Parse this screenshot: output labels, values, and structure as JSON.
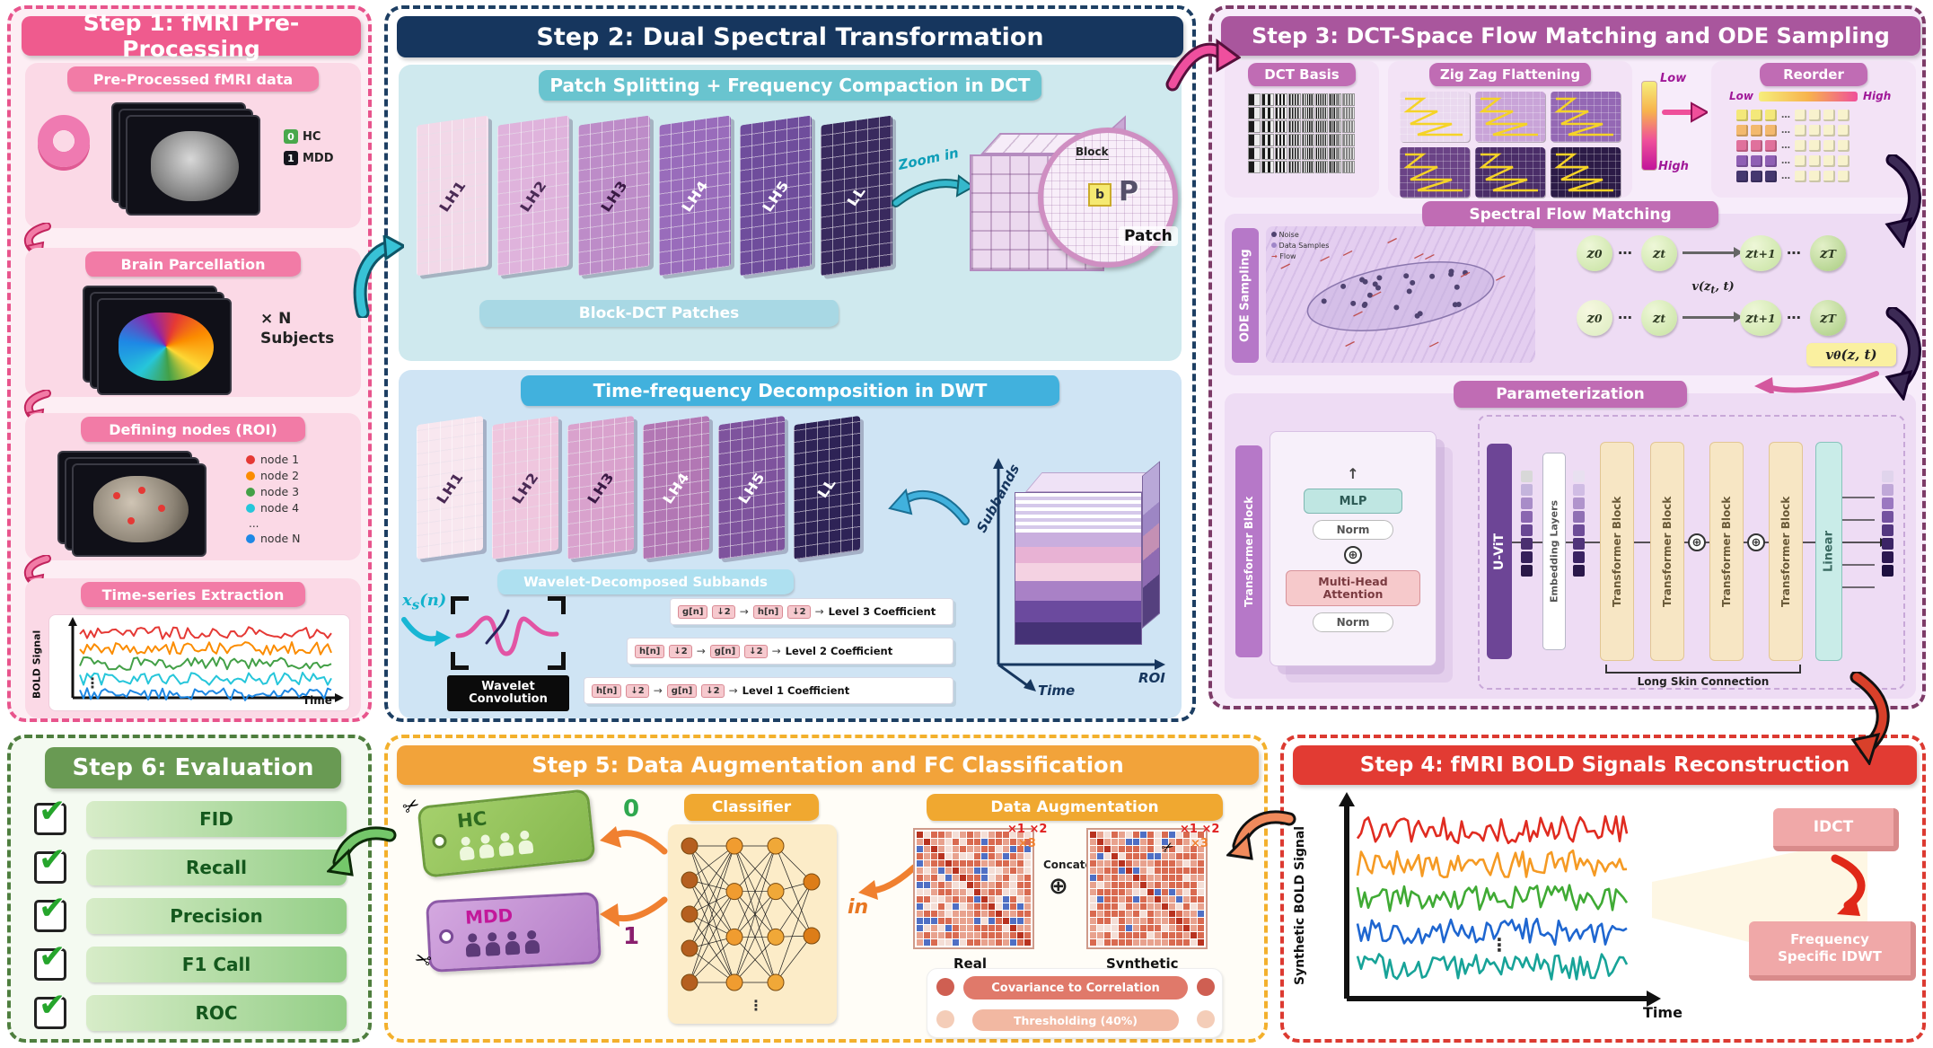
{
  "step1": {
    "title": "Step 1: fMRI Pre-Processing",
    "sec_fmri": "Pre-Processed fMRI data",
    "legend_hc_num": "0",
    "legend_hc": "HC",
    "legend_mdd_num": "1",
    "legend_mdd": "MDD",
    "sec_parcellation": "Brain Parcellation",
    "subjects": "× N Subjects",
    "sec_nodes": "Defining nodes (ROI)",
    "nodes": [
      {
        "label": "node 1",
        "color": "#e53935"
      },
      {
        "label": "node 2",
        "color": "#fb8c00"
      },
      {
        "label": "node 3",
        "color": "#43a047"
      },
      {
        "label": "node 4",
        "color": "#26c6da"
      },
      {
        "label": "node N",
        "color": "#1e88e5"
      }
    ],
    "nodes_ellipsis": "...",
    "sec_timeseries": "Time-series Extraction",
    "ylabel": "BOLD Signal",
    "xlabel": "Time",
    "signal_colors": [
      "#e53935",
      "#fb8c00",
      "#43a047",
      "#26c6da",
      "#1e88e5"
    ]
  },
  "step2": {
    "title": "Step 2: Dual Spectral Transformation",
    "dct": {
      "title": "Patch Splitting + Frequency Compaction in DCT",
      "slabs": [
        "LH1",
        "LH2",
        "LH3",
        "LH4",
        "LH5",
        "LL"
      ],
      "caption": "Block-DCT Patches",
      "zoom": "Zoom in",
      "block": "Block",
      "b": "b",
      "p": "P",
      "patch": "Patch"
    },
    "dwt": {
      "title": "Time-frequency Decomposition in DWT",
      "slabs": [
        "LH1",
        "LH2",
        "LH3",
        "LH4",
        "LH5",
        "LL"
      ],
      "caption": "Wavelet-Decomposed Subbands",
      "input": {
        "pre": "x",
        "sub": "s",
        "post": "(n)"
      },
      "wavelet_box": "Wavelet Convolution",
      "g": "g[n]",
      "h": "h[n]",
      "down": "↓2",
      "level3": "Level 3 Coefficient",
      "level2": "Level 2 Coefficient",
      "level1": "Level 1 Coefficient",
      "axis_subbands": "Subbands",
      "axis_roi": "ROI",
      "axis_time": "Time"
    }
  },
  "step3": {
    "title": "Step 3:  DCT-Space Flow Matching and ODE Sampling",
    "dct_basis": "DCT Basis",
    "zigzag": "Zig Zag Flattening",
    "reorder": "Reorder",
    "low": "Low",
    "high": "High",
    "flow": {
      "title": "Spectral Flow Matching",
      "ode": "ODE Sampling",
      "legend": [
        "Noise",
        "Data Samples",
        "Flow"
      ],
      "z0": {
        "base": "z",
        "sub": "0"
      },
      "zt": {
        "base": "z",
        "sub": "t"
      },
      "zt1": {
        "base": "z",
        "sub": "t+1"
      },
      "zT": {
        "base": "z",
        "sub": "T"
      },
      "dots": "⋯",
      "v_pre": "v(z",
      "v_sub": "t",
      "v_post": ", t)",
      "vt_pre": "v",
      "vt_sub": "θ",
      "vt_post": "(z, t)"
    },
    "param": {
      "title": "Parameterization",
      "transformer_block": "Transformer Block",
      "mlp": "MLP",
      "norm": "Norm",
      "mha": "Multi-Head Attention",
      "oplus": "⊕",
      "uvit": "U-ViT",
      "embedding": "Embedding Layers",
      "linear": "Linear",
      "skip": "Long Skin Connection"
    }
  },
  "step4": {
    "title": "Step 4: fMRI BOLD Signals Reconstruction",
    "ylabel": "Synthetic BOLD Signal",
    "xlabel": "Time",
    "idct": "IDCT",
    "idwt": "Frequency Specific IDWT",
    "signal_colors": [
      "#e02b20",
      "#f59a23",
      "#3faa34",
      "#1e66d0",
      "#17a398"
    ]
  },
  "step5": {
    "title": "Step 5: Data Augmentation and FC Classification",
    "hc": "HC",
    "mdd": "MDD",
    "zero": "0",
    "one": "1",
    "in_label": "in",
    "classifier": "Classifier",
    "augmentation": "Data Augmentation",
    "m1": "×1",
    "m2": "×2",
    "m3": "×3",
    "real": "Real",
    "synthetic": "Synthetic",
    "oplus": "⊕",
    "concate": "Concate",
    "cov": "Covariance to Correlation",
    "thresh": "Thresholding (40%)"
  },
  "step6": {
    "title": "Step 6: Evaluation",
    "metrics": [
      "FID",
      "Recall",
      "Precision",
      "F1 Call",
      "ROC"
    ]
  }
}
